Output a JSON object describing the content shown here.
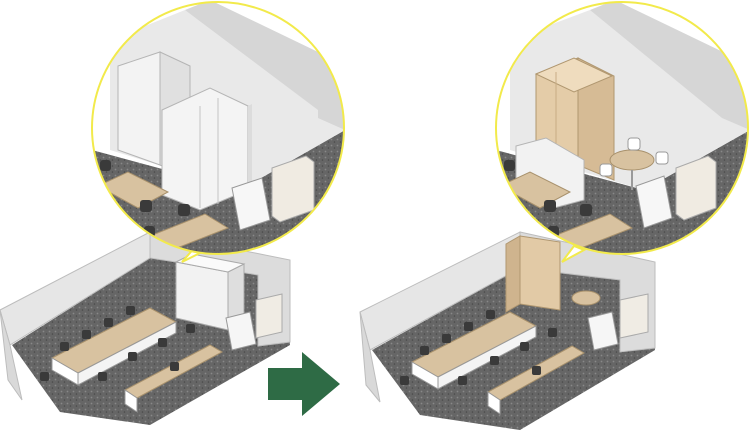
{
  "figure": {
    "panels": [
      {
        "id": "before",
        "storage": "tall-cabinets"
      },
      {
        "id": "after",
        "storage": "wood-partition-booth-and-round-table"
      }
    ],
    "arrow": {
      "direction": "right",
      "color": "#2e6b45"
    },
    "colors": {
      "callout_border": "#f2ea4b",
      "wall": "#e8e8e8",
      "wall_side": "#d5d5d5",
      "floor": "#5f5f5f",
      "desk_top": "#d8c2a0",
      "desk_frame": "#ffffff",
      "cabinet": "#f0f0f0",
      "booth": "#e2caa6",
      "chair": "#3a3a3a"
    }
  }
}
